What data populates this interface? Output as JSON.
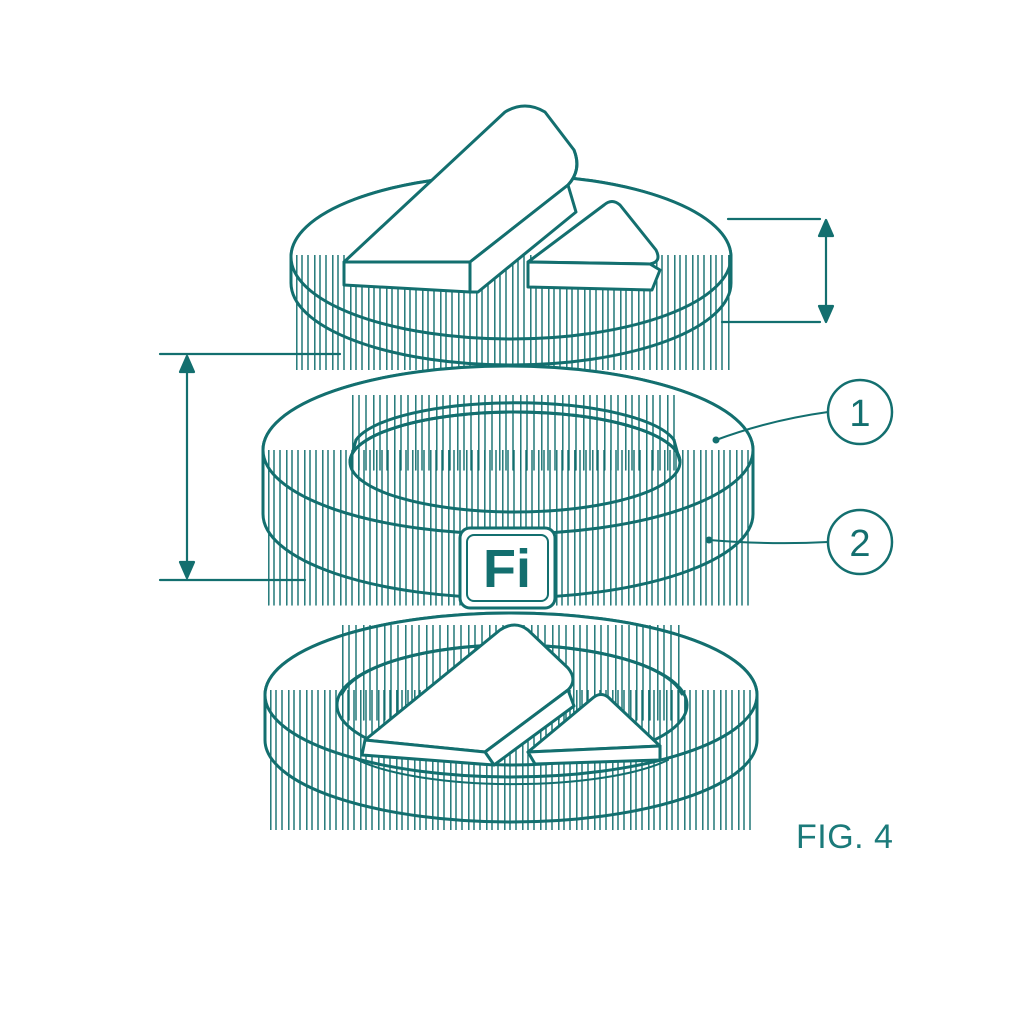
{
  "figure": {
    "caption": "FIG. 4",
    "callouts": [
      {
        "number": "1"
      },
      {
        "number": "2"
      }
    ],
    "logo": {
      "text": "Fi"
    }
  },
  "colors": {
    "line": "#136f6f",
    "background": "#ffffff",
    "fill": "#ffffff"
  },
  "icons": [
    "disc-with-tabs",
    "ring-washer",
    "disc-with-ring-and-tabs",
    "dimension-arrow"
  ]
}
